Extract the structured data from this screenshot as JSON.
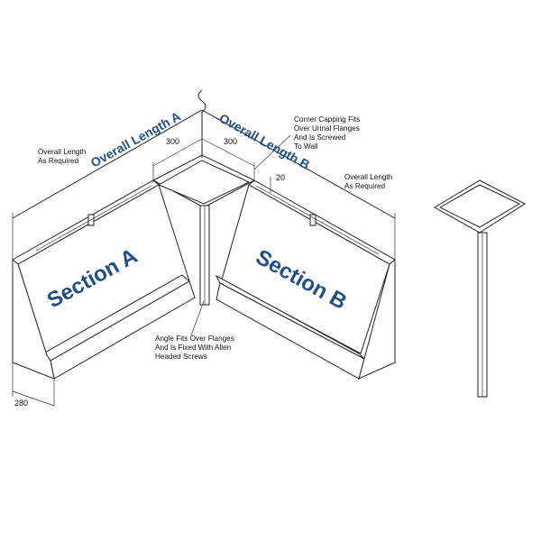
{
  "labels": {
    "overall_length_a": "Overall Length A",
    "overall_length_b": "Overall Length B",
    "section_a": "Section A",
    "section_b": "Section B"
  },
  "notes": {
    "left_length": [
      "Overall Length",
      "As Required"
    ],
    "right_length": [
      "Overall Length",
      "As Required"
    ],
    "corner_capping": [
      "Corner Capping Fits",
      "Over Urinal Flanges",
      "And Is Screwed",
      "To Wall"
    ],
    "angle_fits": [
      "Angle Fits Over Flanges",
      "And Is Fixed With Allen",
      "Headed Screws"
    ]
  },
  "dimensions": {
    "left_300": "300",
    "right_300": "300",
    "height_20": "20",
    "depth_280": "280"
  },
  "colors": {
    "label_blue": "#1f4e8c",
    "line": "#222222"
  }
}
